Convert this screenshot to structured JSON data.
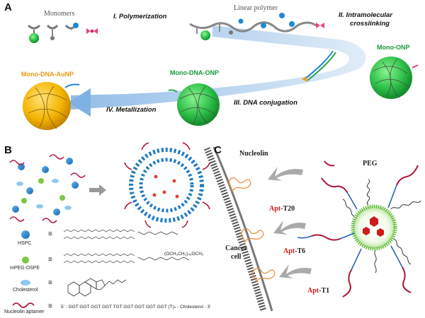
{
  "panelA": {
    "letter": "A",
    "monomers_label": "Monomers",
    "linear_polymer_label": "Linear polymer",
    "step1": "I. Polymerization",
    "step2_line1": "II. Intramolecular",
    "step2_line2": "crosslinking",
    "mono_onp": "Mono-ONP",
    "step3": "III. DNA conjugation",
    "mono_dna_onp": "Mono-DNA-ONP",
    "step4": "IV. Metallization",
    "mono_dna_aunp": "Mono-DNA-AuNP"
  },
  "panelB": {
    "letter": "B",
    "legend": [
      {
        "name": "HSPC"
      },
      {
        "name": "mPEG-DSPE"
      },
      {
        "name": "Cholesterol"
      },
      {
        "name": "Nucleolin aptamer"
      }
    ],
    "equiv_symbol": "≡",
    "peg_formula": "(OCH₂CH₂)₄₅OCH₃",
    "aptamer_sequence": "5' - GGT GGT GGT GGT TGT GGT GGT GGT GGT (T)ₙ - Cholesterol - 3'"
  },
  "panelC": {
    "letter": "C",
    "nucleolin_label": "Nucleolin",
    "peg_label": "PEG",
    "cancer_cell_line1": "Cancer",
    "cancer_cell_line2": "cell",
    "apt_prefix": "Apt",
    "apt_t20": "-T20",
    "apt_t6": "-T6",
    "apt_t1": "-T1"
  },
  "colors": {
    "green_particle": "#2fc24a",
    "gold_particle": "#f5b400",
    "blue_band": "#9ec5ea",
    "lipid_blue": "#1f7bc4",
    "aptamer_red": "#b0173a",
    "linker_blue": "#2a63b4"
  }
}
